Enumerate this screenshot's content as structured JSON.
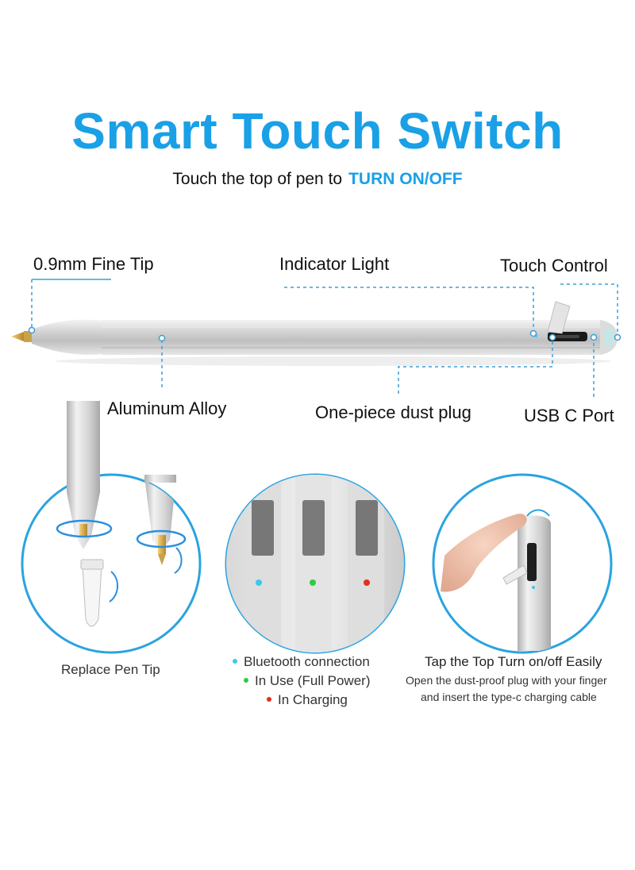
{
  "header": {
    "title": "Smart Touch Switch",
    "subtitle_prefix": "Touch the top of pen to",
    "subtitle_highlight": "TURN ON/OFF"
  },
  "callouts": {
    "fine_tip": "0.9mm  Fine Tip",
    "indicator_light": "Indicator Light",
    "touch_control": "Touch Control",
    "aluminum_alloy": "Aluminum Alloy",
    "dust_plug": "One-piece dust plug",
    "usb_c_port": "USB C Port"
  },
  "panels": {
    "replace_tip": {
      "caption": "Replace Pen Tip"
    },
    "indicator": {
      "legend": [
        {
          "label": "Bluetooth connection",
          "color": "#3ec8e8"
        },
        {
          "label": "In Use (Full Power)",
          "color": "#2ecc40"
        },
        {
          "label": "In Charging",
          "color": "#e0301e"
        }
      ]
    },
    "touch": {
      "caption": "Tap the Top Turn on/off Easily",
      "description_line1": "Open the dust-proof plug with your finger",
      "description_line2": "and insert the type-c charging cable"
    }
  },
  "colors": {
    "accent": "#1aa0e6",
    "callout_line": "#3a9fd8",
    "silver": "#d6d6d6"
  }
}
